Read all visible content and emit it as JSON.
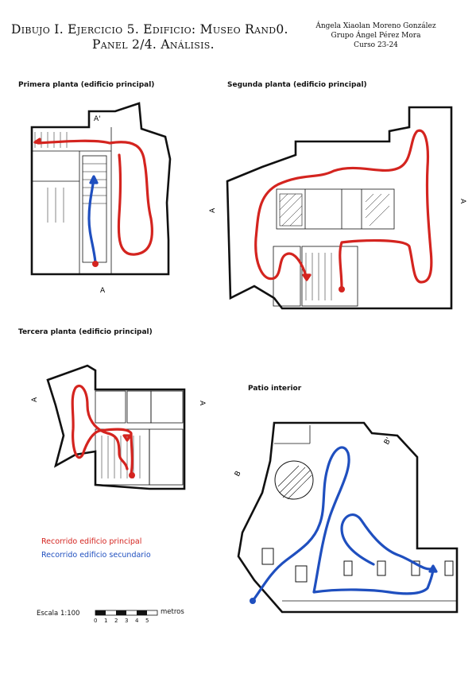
{
  "header": {
    "title_line1": "Dibujo I. Ejercicio 5. Edificio: Museo Rand0.",
    "title_line2": "Panel 2/4. Análisis.",
    "author": "Ángela Xiaolan Moreno González",
    "group": "Grupo Ángel Pérez Mora",
    "course": "Curso 23-24"
  },
  "plans": {
    "first_floor": "Primera planta (edificio principal)",
    "second_floor": "Segunda planta (edificio principal)",
    "third_floor": "Tercera planta (edificio principal)",
    "patio": "Patio interior"
  },
  "legend": {
    "main_route": "Recorrido edificio principal",
    "secondary_route": "Recorrido edificio secundario",
    "main_color": "#d4241f",
    "secondary_color": "#1f4fbf"
  },
  "scale": {
    "label": "Escala 1:100",
    "unit": "metros",
    "ticks": [
      "0",
      "1",
      "2",
      "3",
      "4",
      "5"
    ]
  }
}
